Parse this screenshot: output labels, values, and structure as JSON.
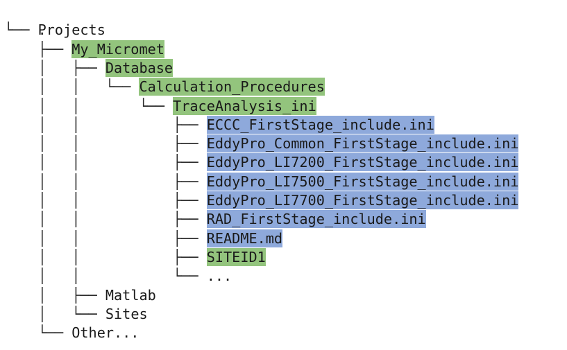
{
  "root": ".",
  "rows": [
    {
      "indent": "",
      "branch": "└── ",
      "label": "Projects",
      "kind": "plain"
    },
    {
      "indent": "    ",
      "branch": "├── ",
      "label": "My_Micromet",
      "kind": "folder"
    },
    {
      "indent": "    │   ",
      "branch": "├── ",
      "label": "Database",
      "kind": "folder"
    },
    {
      "indent": "    │   │   ",
      "branch": "└── ",
      "label": "Calculation_Procedures",
      "kind": "folder"
    },
    {
      "indent": "    │   │       ",
      "branch": "└── ",
      "label": "TraceAnalysis_ini",
      "kind": "folder"
    },
    {
      "indent": "    │   │           ",
      "branch": "├── ",
      "label": "ECCC_FirstStage_include.ini",
      "kind": "file"
    },
    {
      "indent": "    │   │           ",
      "branch": "├── ",
      "label": "EddyPro_Common_FirstStage_include.ini",
      "kind": "file"
    },
    {
      "indent": "    │   │           ",
      "branch": "├── ",
      "label": "EddyPro_LI7200_FirstStage_include.ini",
      "kind": "file"
    },
    {
      "indent": "    │   │           ",
      "branch": "├── ",
      "label": "EddyPro_LI7500_FirstStage_include.ini",
      "kind": "file"
    },
    {
      "indent": "    │   │           ",
      "branch": "├── ",
      "label": "EddyPro_LI7700_FirstStage_include.ini",
      "kind": "file"
    },
    {
      "indent": "    │   │           ",
      "branch": "├── ",
      "label": "RAD_FirstStage_include.ini",
      "kind": "file"
    },
    {
      "indent": "    │   │           ",
      "branch": "├── ",
      "label": "README.md",
      "kind": "file"
    },
    {
      "indent": "    │   │           ",
      "branch": "├── ",
      "label": "SITEID1",
      "kind": "folder"
    },
    {
      "indent": "    │   │           ",
      "branch": "└── ",
      "label": "...",
      "kind": "plain"
    },
    {
      "indent": "    │   ",
      "branch": "├── ",
      "label": "Matlab",
      "kind": "plain"
    },
    {
      "indent": "    │   ",
      "branch": "└── ",
      "label": "Sites",
      "kind": "plain"
    },
    {
      "indent": "    ",
      "branch": "└── ",
      "label": "Other...",
      "kind": "plain"
    }
  ],
  "colors": {
    "folder_highlight": "#93c47d",
    "file_highlight": "#8ea9db",
    "text": "#1a1a1a"
  }
}
